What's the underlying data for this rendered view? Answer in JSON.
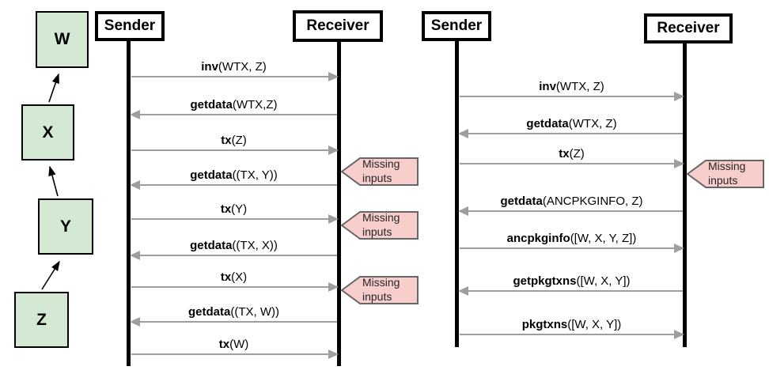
{
  "colors": {
    "node_fill": "#d5e8d4",
    "node_border": "#000000",
    "callout_fill": "#f8cecc",
    "callout_border": "#666666",
    "arrow_gray": "#9e9e9e",
    "text": "#000000"
  },
  "chain": {
    "nodes": [
      "W",
      "X",
      "Y",
      "Z"
    ]
  },
  "callout_text": "Missing inputs",
  "diagrams": [
    {
      "sender": "Sender",
      "receiver": "Receiver",
      "messages": [
        {
          "name": "inv",
          "args": "(WTX, Z)",
          "dir": "right",
          "callout": false
        },
        {
          "name": "getdata",
          "args": "(WTX,Z)",
          "dir": "left",
          "callout": false
        },
        {
          "name": "tx",
          "args": "(Z)",
          "dir": "right",
          "callout": true
        },
        {
          "name": "getdata",
          "args": "((TX, Y))",
          "dir": "left",
          "callout": false
        },
        {
          "name": "tx",
          "args": "(Y)",
          "dir": "right",
          "callout": true
        },
        {
          "name": "getdata",
          "args": "((TX, X))",
          "dir": "left",
          "callout": false
        },
        {
          "name": "tx",
          "args": "(X)",
          "dir": "right",
          "callout": true
        },
        {
          "name": "getdata",
          "args": "((TX, W))",
          "dir": "left",
          "callout": false
        },
        {
          "name": "tx",
          "args": "(W)",
          "dir": "right",
          "callout": false
        }
      ]
    },
    {
      "sender": "Sender",
      "receiver": "Receiver",
      "messages": [
        {
          "name": "inv",
          "args": "(WTX, Z)",
          "dir": "right",
          "callout": false
        },
        {
          "name": "getdata",
          "args": "(WTX, Z)",
          "dir": "left",
          "callout": false
        },
        {
          "name": "tx",
          "args": "(Z)",
          "dir": "right",
          "callout": true
        },
        {
          "name": "getdata",
          "args": "(ANCPKGINFO, Z)",
          "dir": "left",
          "callout": false
        },
        {
          "name": "ancpkginfo",
          "args": "([W, X, Y, Z])",
          "dir": "right",
          "callout": false
        },
        {
          "name": "getpkgtxns",
          "args": "([W, X, Y])",
          "dir": "left",
          "callout": false
        },
        {
          "name": "pkgtxns",
          "args": "([W, X, Y])",
          "dir": "right",
          "callout": false
        }
      ]
    }
  ]
}
